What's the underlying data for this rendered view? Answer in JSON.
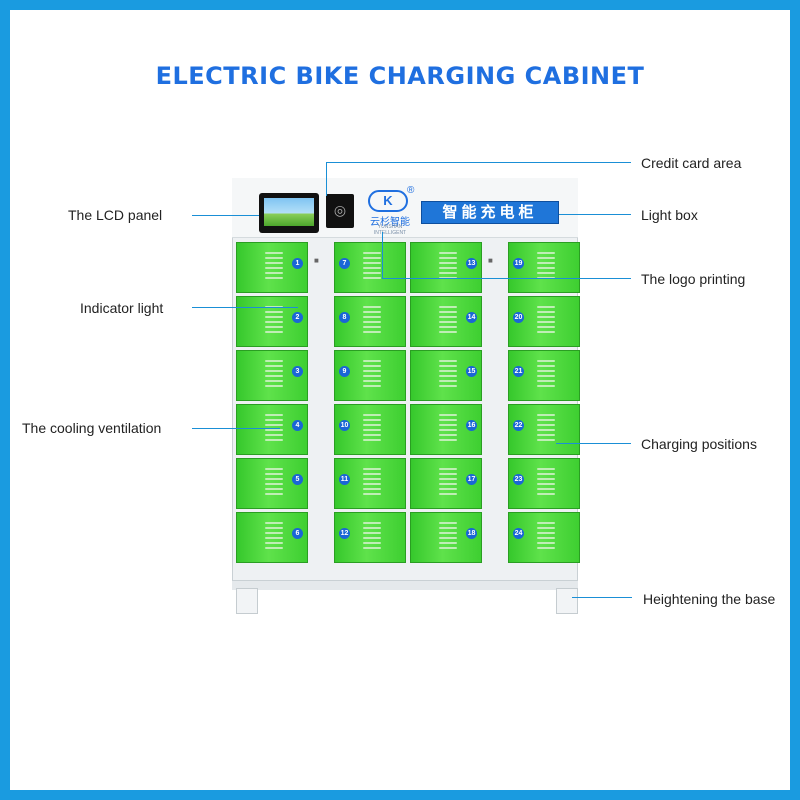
{
  "title": "ELECTRIC BIKE CHARGING CABINET",
  "callouts": {
    "credit_card_area": "Credit card area",
    "lcd_panel": "The LCD panel",
    "light_box": "Light box",
    "logo_printing": "The logo printing",
    "indicator_light": "Indicator light",
    "cooling_ventilation": "The cooling ventilation",
    "charging_positions": "Charging positions",
    "heightening_base": "Heightening the base"
  },
  "cabinet": {
    "light_box_text": "智能充电柜",
    "logo_mark": "K",
    "logo_registered": "®",
    "logo_brand": "云杉智能",
    "logo_sub": "YUNSHAN INTELLIGENT",
    "columns": [
      [
        "1",
        "2",
        "3",
        "4",
        "5",
        "6"
      ],
      [
        "7",
        "8",
        "9",
        "10",
        "11",
        "12"
      ],
      [
        "13",
        "14",
        "15",
        "16",
        "17",
        "18"
      ],
      [
        "19",
        "20",
        "21",
        "22",
        "23",
        "24"
      ]
    ]
  },
  "colors": {
    "accent": "#1a9be0",
    "title": "#1f6fe0",
    "door_green": "#4fd83e",
    "badge_blue": "#1a66d6"
  }
}
